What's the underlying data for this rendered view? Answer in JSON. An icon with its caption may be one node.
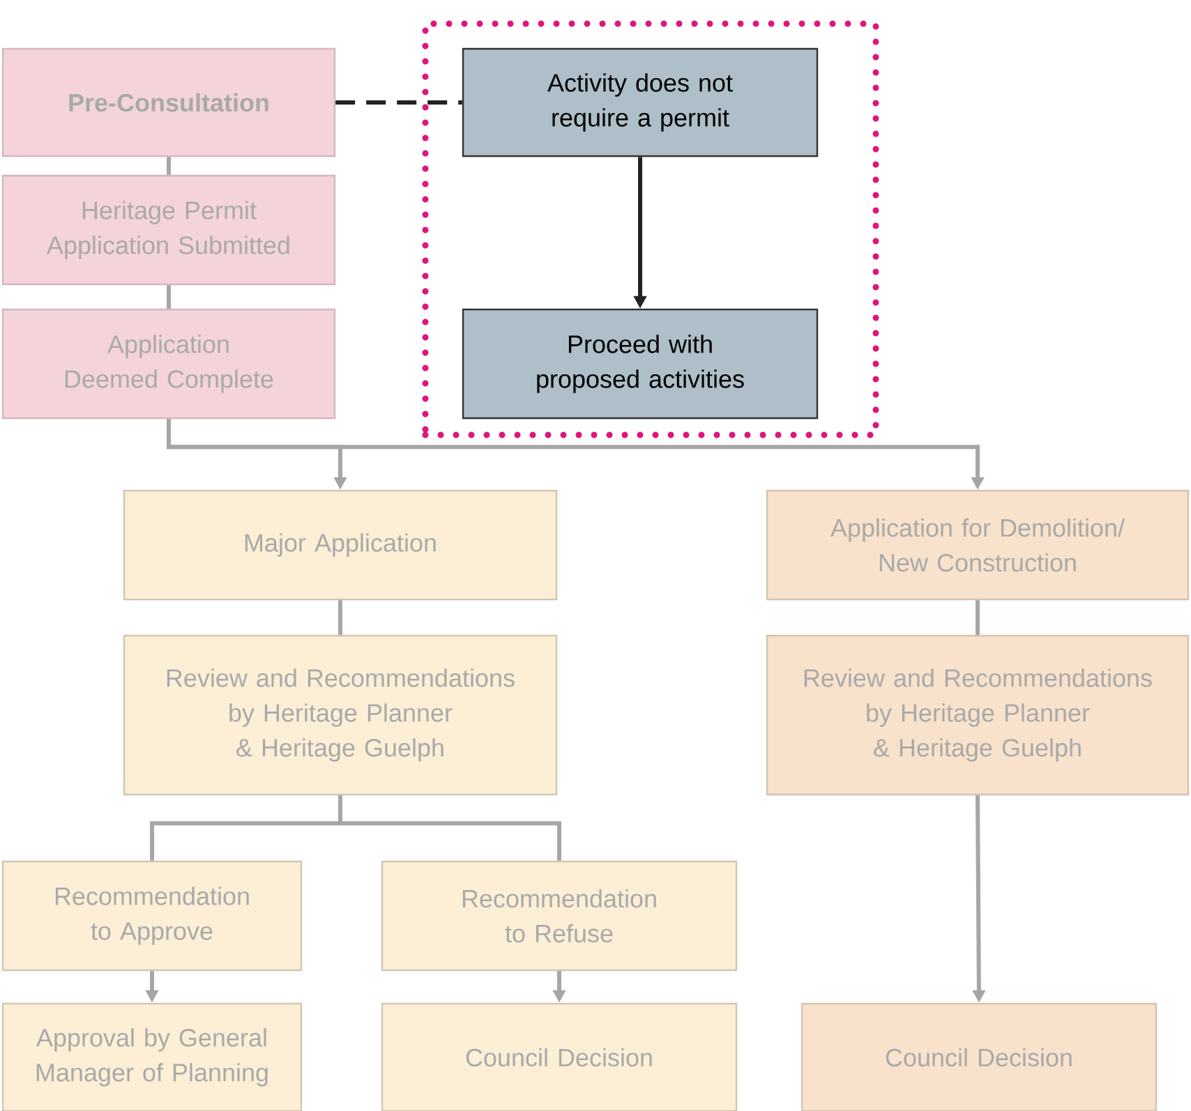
{
  "diagram": {
    "nodes": [
      {
        "text": [],
        "shape": "box"
      },
      {
        "text": [
          "Pre-Consultation"
        ]
      },
      {
        "text": [
          "Heritage Permit Application Submitted"
        ]
      },
      {
        "text": [
          "Application Deemed Complete"
        ]
      },
      {
        "text": [
          "Activity does not require a permit"
        ],
        "in": 0
      },
      {
        "text": [
          "Proceed with proposed activities"
        ],
        "in": 0
      },
      {
        "text": [
          "Major Application"
        ]
      },
      {
        "text": [
          "Application for Demolition/ New Construction"
        ]
      },
      {
        "text": [
          "Review and Recommendations by Heritage Planner & Heritage Guelph"
        ]
      },
      {
        "text": [
          "Review and Recommendations by Heritage Planner & Heritage Guelph"
        ]
      },
      {
        "text": [
          "Recommendation to Approve"
        ]
      },
      {
        "text": [
          "Recommendation to Refuse"
        ]
      },
      {
        "text": [
          "Approval by General Manager of Planning"
        ]
      },
      {
        "text": [
          "Council Decision"
        ]
      },
      {
        "text": [
          "Council Decision"
        ]
      }
    ],
    "edges": [
      {
        "from": 1,
        "to": 4,
        "arrow": "none",
        "style": "dashed",
        "color": "#222222"
      },
      {
        "from": 1,
        "to": 2,
        "arrow": "none"
      },
      {
        "from": 2,
        "to": 3,
        "arrow": "none"
      },
      {
        "from": 4,
        "to": 5,
        "arrow": "to",
        "color": "#222222"
      },
      {
        "from": 3,
        "to": 6,
        "arrow": "to"
      },
      {
        "from": 3,
        "to": 7,
        "arrow": "to"
      },
      {
        "from": 6,
        "to": 8,
        "arrow": "none"
      },
      {
        "from": 7,
        "to": 9,
        "arrow": "none"
      },
      {
        "from": 8,
        "to": 10,
        "arrow": "none"
      },
      {
        "from": 8,
        "to": 11,
        "arrow": "none"
      },
      {
        "from": 10,
        "to": 12,
        "arrow": "to"
      },
      {
        "from": 11,
        "to": 13,
        "arrow": "to"
      },
      {
        "from": 9,
        "to": 14,
        "arrow": "to"
      }
    ]
  }
}
